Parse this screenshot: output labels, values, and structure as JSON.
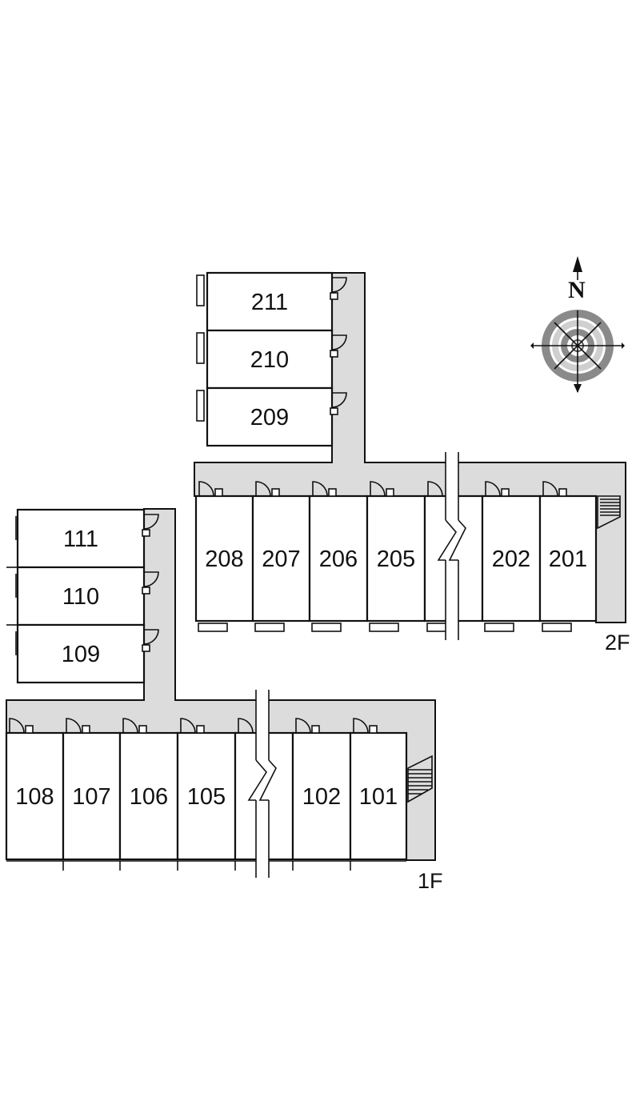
{
  "floors": {
    "second": {
      "label": "2F",
      "upper_block_units": [
        "211",
        "210",
        "209"
      ],
      "row_units": [
        "208",
        "207",
        "206",
        "205",
        "202",
        "201"
      ]
    },
    "first": {
      "label": "1F",
      "upper_block_units": [
        "111",
        "110",
        "109"
      ],
      "row_units": [
        "108",
        "107",
        "106",
        "105",
        "102",
        "101"
      ]
    }
  },
  "compass": {
    "north_label": "N",
    "icon": "compass-rose-icon"
  },
  "colors": {
    "corridor": "#dcdcdc",
    "outline": "#111111",
    "compass_ring_dark": "#8a8a8a",
    "compass_ring_light": "#cfcfcf"
  }
}
